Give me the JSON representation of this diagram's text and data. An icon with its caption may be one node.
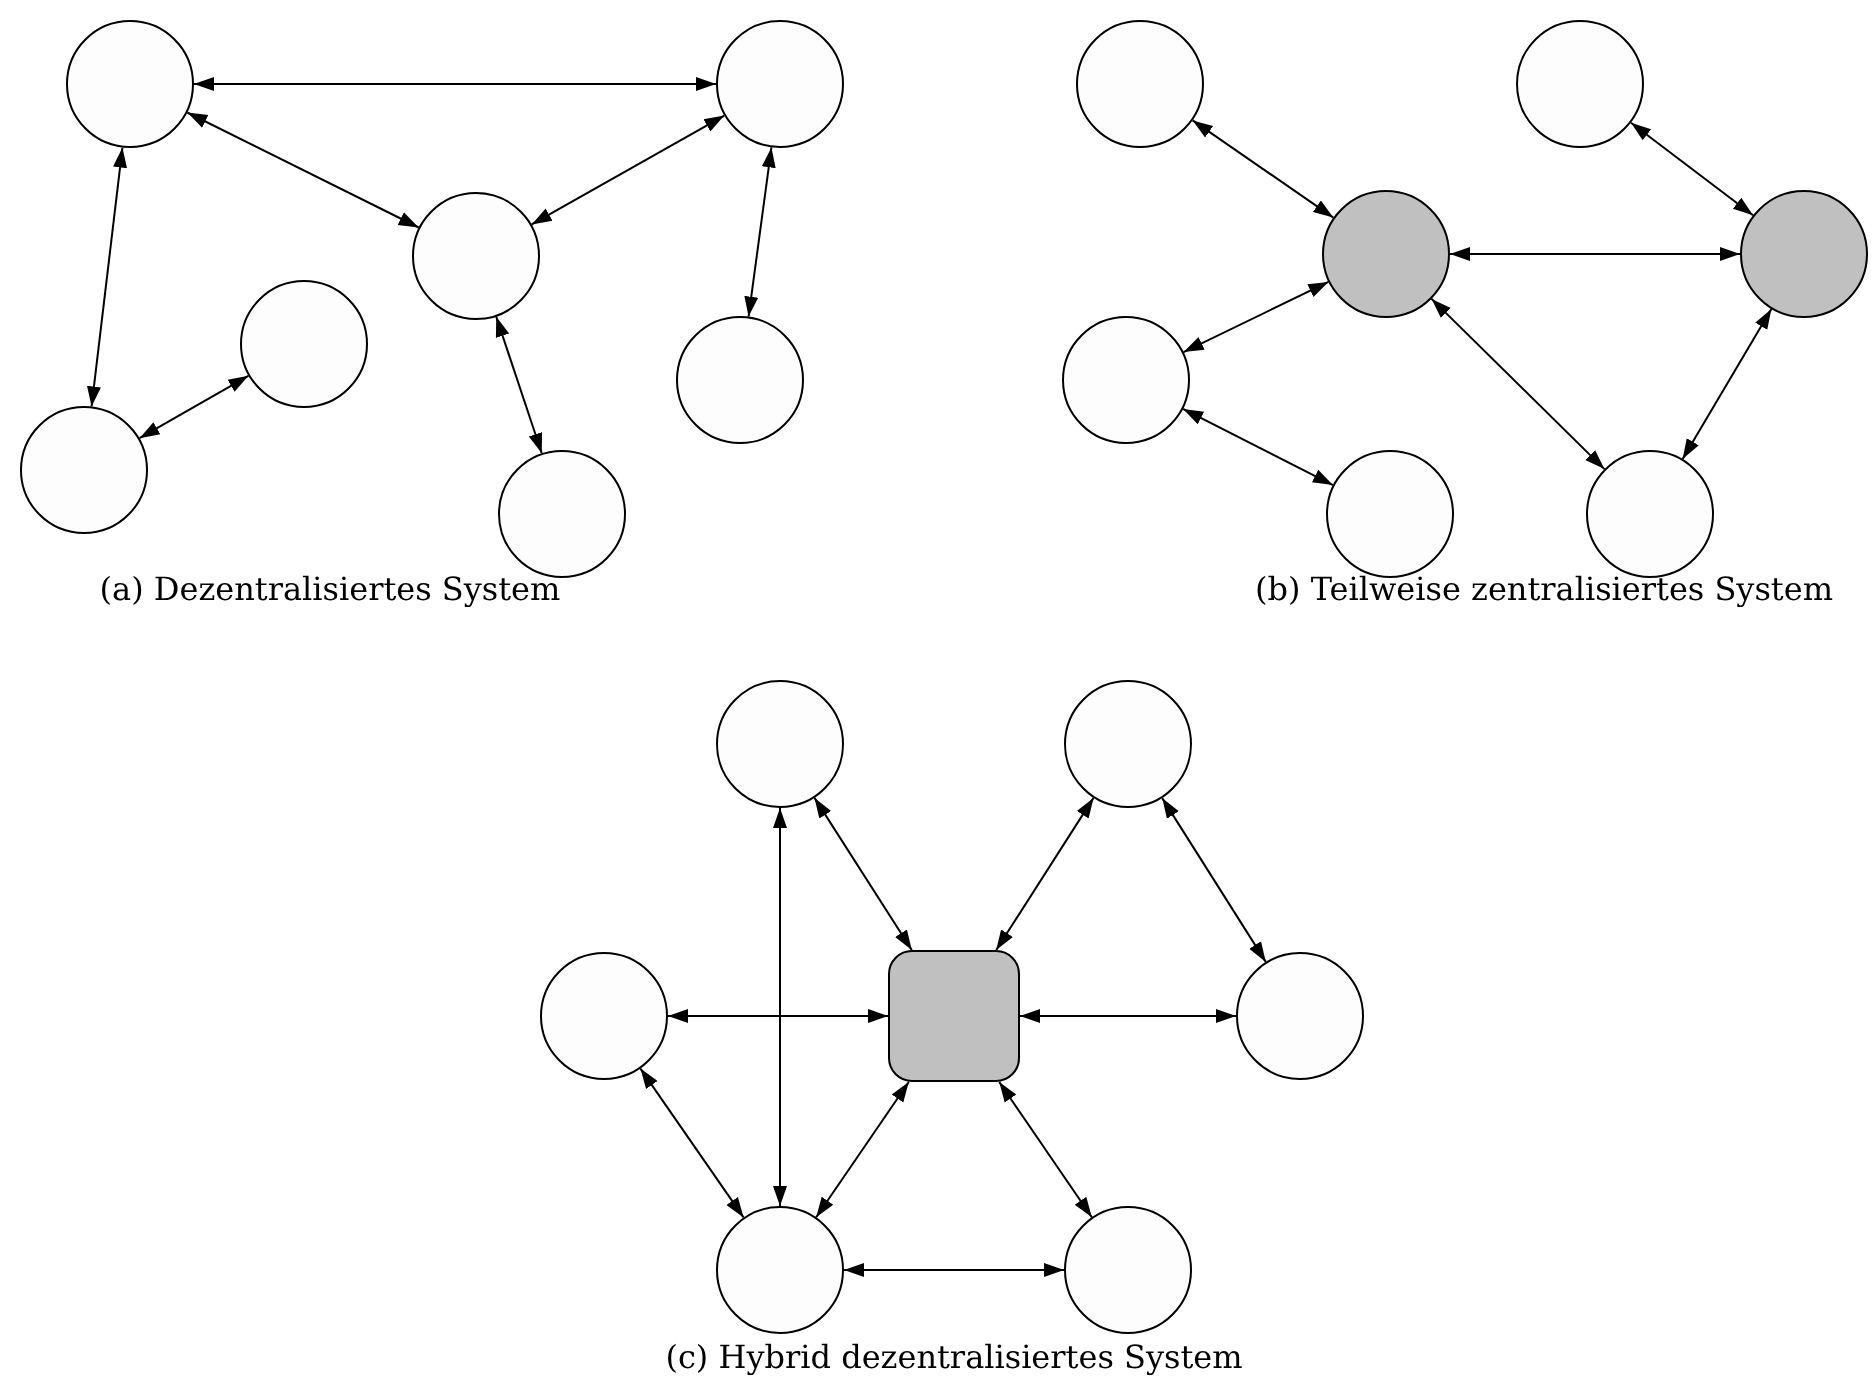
{
  "diagram": {
    "nodes": [
      {
        "text": [],
        "shape": "circle"
      },
      {
        "text": [],
        "shape": "circle"
      },
      {
        "text": [],
        "shape": "circle"
      },
      {
        "text": [],
        "shape": "circle"
      },
      {
        "text": [],
        "shape": "circle"
      },
      {
        "text": [],
        "shape": "circle"
      },
      {
        "text": [],
        "shape": "circle"
      },
      {
        "text": [],
        "shape": "circle"
      },
      {
        "text": [],
        "shape": "circle"
      },
      {
        "text": [],
        "shape": "circle"
      },
      {
        "text": [],
        "shape": "circle"
      },
      {
        "text": [],
        "shape": "circle"
      },
      {
        "text": [],
        "shape": "circle"
      },
      {
        "text": [],
        "shape": "circle"
      },
      {
        "text": [],
        "shape": "circle"
      },
      {
        "text": [],
        "shape": "circle"
      },
      {
        "text": [],
        "shape": "circle"
      },
      {
        "text": [],
        "shape": "box"
      },
      {
        "text": [],
        "shape": "circle"
      },
      {
        "text": [],
        "shape": "circle"
      },
      {
        "text": [],
        "shape": "circle"
      }
    ],
    "edges": [
      {
        "from": 0,
        "to": 1,
        "arrow": "both"
      },
      {
        "from": 0,
        "to": 2,
        "arrow": "both"
      },
      {
        "from": 1,
        "to": 2,
        "arrow": "both"
      },
      {
        "from": 0,
        "to": 5,
        "arrow": "both"
      },
      {
        "from": 1,
        "to": 4,
        "arrow": "both"
      },
      {
        "from": 2,
        "to": 6,
        "arrow": "both"
      },
      {
        "from": 3,
        "to": 5,
        "arrow": "both"
      },
      {
        "from": 7,
        "to": 8,
        "arrow": "both"
      },
      {
        "from": 8,
        "to": 10,
        "arrow": "both"
      },
      {
        "from": 9,
        "to": 10,
        "arrow": "both"
      },
      {
        "from": 8,
        "to": 11,
        "arrow": "both"
      },
      {
        "from": 11,
        "to": 12,
        "arrow": "both"
      },
      {
        "from": 8,
        "to": 13,
        "arrow": "both"
      },
      {
        "from": 10,
        "to": 13,
        "arrow": "both"
      },
      {
        "from": 14,
        "to": 17,
        "arrow": "both"
      },
      {
        "from": 15,
        "to": 17,
        "arrow": "both"
      },
      {
        "from": 16,
        "to": 17,
        "arrow": "both"
      },
      {
        "from": 18,
        "to": 17,
        "arrow": "both"
      },
      {
        "from": 19,
        "to": 17,
        "arrow": "both"
      },
      {
        "from": 20,
        "to": 17,
        "arrow": "both"
      },
      {
        "from": 14,
        "to": 19,
        "arrow": "both"
      },
      {
        "from": 16,
        "to": 19,
        "arrow": "both"
      },
      {
        "from": 15,
        "to": 18,
        "arrow": "both"
      },
      {
        "from": 19,
        "to": 20,
        "arrow": "both"
      }
    ],
    "labels": [
      "(a) Dezentralisiertes System",
      "(b) Teilweise zentralisiertes System",
      "(c) Hybrid dezentralisiertes System"
    ]
  }
}
